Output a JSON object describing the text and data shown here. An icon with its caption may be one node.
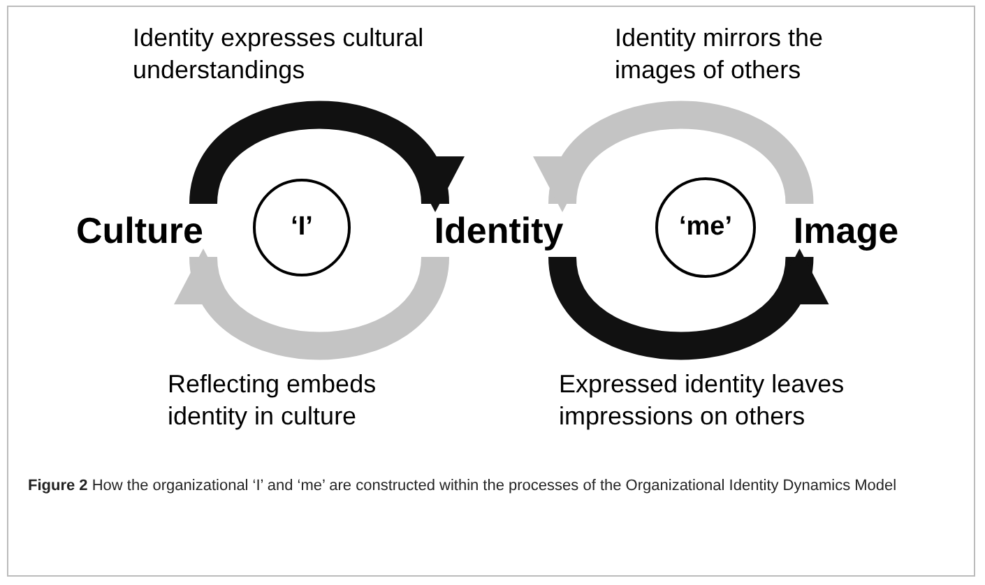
{
  "diagram": {
    "caption": "**Figure 2** How the organizational ‘I’ and ‘me’ are constructed within the processes of the Organizational Identity Dynamics Model",
    "nodes": [
      {
        "text": [
          "Culture"
        ]
      },
      {
        "text": [
          "‘I’"
        ]
      },
      {
        "text": [
          "Identity"
        ]
      },
      {
        "text": [
          "‘me’"
        ]
      },
      {
        "text": [
          "Image"
        ]
      }
    ],
    "edges": [
      {
        "from": 0,
        "to": 2,
        "arrow": "to",
        "label": "Identity expresses cultural understandings"
      },
      {
        "from": 2,
        "to": 0,
        "arrow": "to",
        "label": "Reflecting embeds identity in culture",
        "color": "#c4c4c4"
      },
      {
        "from": 4,
        "to": 2,
        "arrow": "to",
        "label": "Identity mirrors the images of others",
        "color": "#c4c4c4"
      },
      {
        "from": 2,
        "to": 4,
        "arrow": "to",
        "label": "Expressed identity leaves impressions on others"
      }
    ]
  }
}
